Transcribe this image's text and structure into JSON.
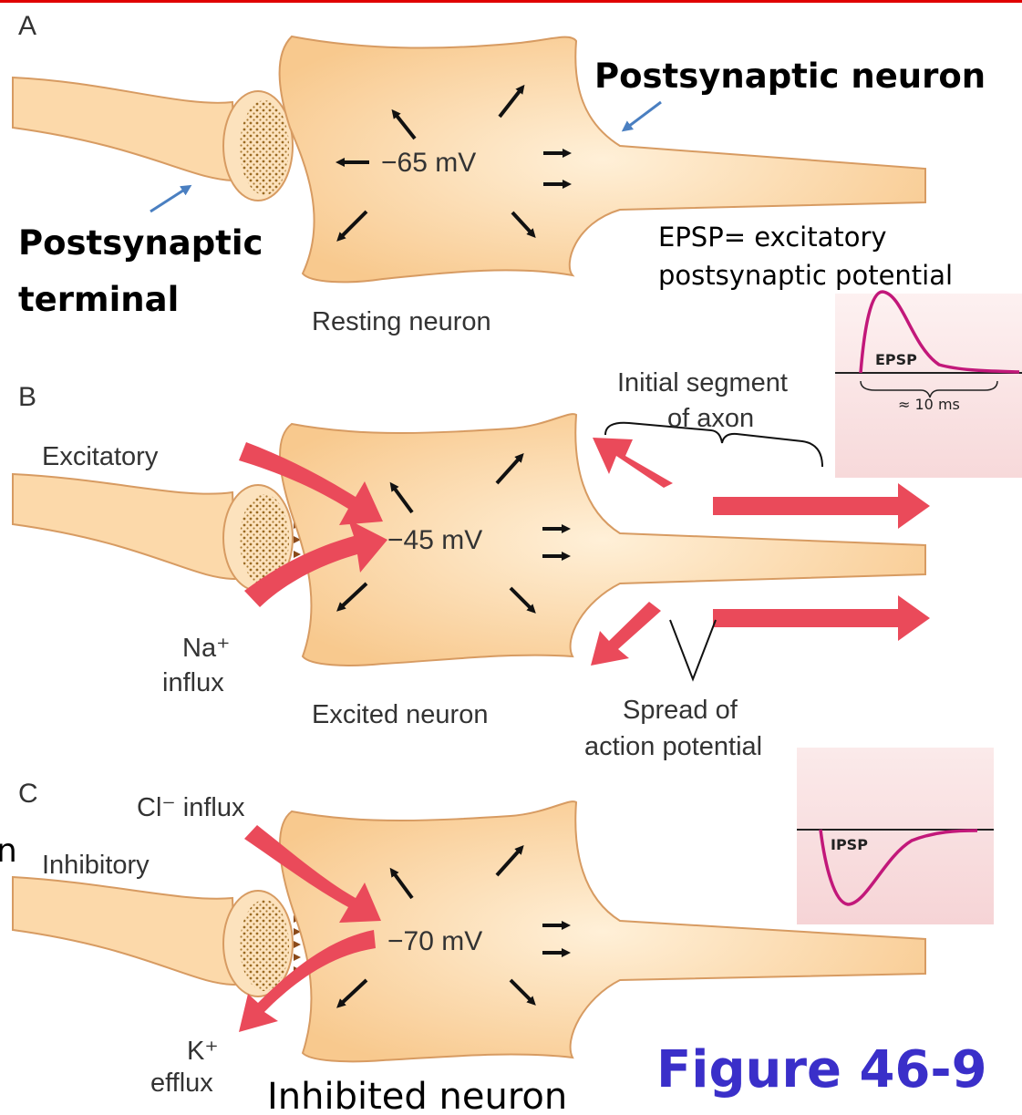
{
  "panels": {
    "a": {
      "letter": "A",
      "voltage": "−65 mV",
      "caption": "Resting neuron"
    },
    "b": {
      "letter": "B",
      "voltage": "−45 mV",
      "caption": "Excited neuron",
      "excitatory_label": "Excitatory",
      "na_label": "Na⁺",
      "influx_label": "influx",
      "initial_segment_line1": "Initial segment",
      "initial_segment_line2": "of axon",
      "spread_line1": "Spread of",
      "spread_line2": "action potential"
    },
    "c": {
      "letter": "C",
      "voltage": "−70 mV",
      "caption": "Inhibited neuron",
      "inhibitory_label": "Inhibitory",
      "cl_label": "Cl⁻ influx",
      "k_label": "K⁺",
      "efflux_label": "efflux"
    }
  },
  "annotations": {
    "postsynaptic_neuron": "Postsynaptic neuron",
    "postsynaptic_terminal_line1": "Postsynaptic",
    "postsynaptic_terminal_line2": "terminal",
    "epsp_def_line1": "EPSP= excitatory",
    "epsp_def_line2": "postsynaptic potential",
    "cropped_letter": "n",
    "figure_label": "Figure 46-9"
  },
  "insets": {
    "epsp": {
      "label": "EPSP",
      "duration": "≈ 10 ms",
      "color": "#c2187a"
    },
    "ipsp": {
      "label": "IPSP",
      "color": "#c2187a"
    }
  },
  "colors": {
    "neuron_fill": "#fcd9aa",
    "neuron_outline": "#d79b62",
    "ion_arrow": "#ea4a5a",
    "figure_label": "#3a2fc9",
    "pointer_arrow": "#4a7fc1",
    "top_rule": "#e00000"
  }
}
